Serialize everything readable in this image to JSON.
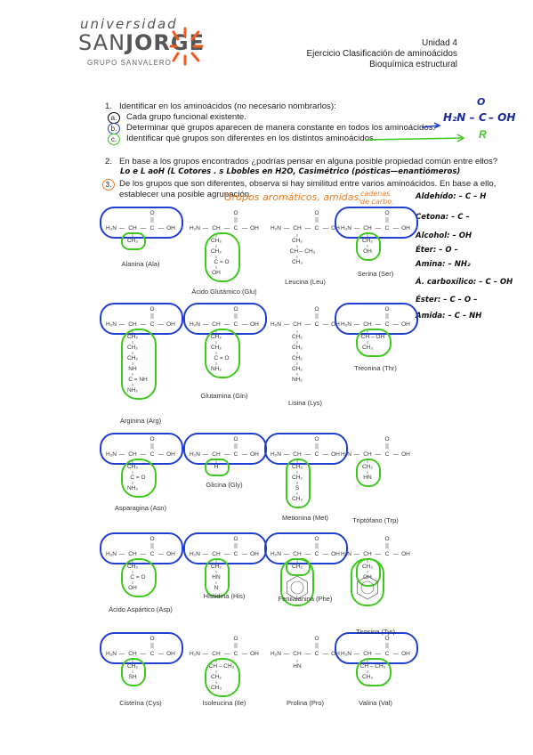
{
  "logo": {
    "line1": "universidad",
    "san": "SAN",
    "jorge": "JORGE",
    "group": "GRUPO SANVALERO"
  },
  "header": {
    "unit": "Unidad 4",
    "exercise": "Ejercicio Clasificación de aminoácidos",
    "subject": "Bioquímica estructural"
  },
  "questions": {
    "q1": {
      "num": "1.",
      "text": "Identificar en los aminoácidos (no necesario nombrarlos):"
    },
    "a": {
      "letter": "a.",
      "text": "Cada grupo funcional existente."
    },
    "b": {
      "letter": "b.",
      "text": "Determinar qué grupos aparecen de manera constante en todos los aminoácidos."
    },
    "c": {
      "letter": "c.",
      "text": "Identificar qué grupos son diferentes en los distintos aminoácidos."
    },
    "q2": {
      "num": "2.",
      "text": "En base a los grupos encontrados ¿podrías pensar en alguna posible propiedad común entre ellos?"
    },
    "q3": {
      "num": "3.",
      "text1": "De los grupos que son diferentes, observa si hay similitud entre varios aminoácidos. En base a ello,",
      "text2": "establecer una posible agrupación."
    }
  },
  "handwriting": {
    "general_formula": {
      "left": "H₂N –",
      "c": "C",
      "right": "– OH",
      "o": "O",
      "r": "R"
    },
    "answer2": "Lo e L aoH (L Cotores . s Lbobles en H2O, Casimétrico (pósticas—enantiómeros)",
    "answer3": "Grupos aromáticos, amidas,",
    "answer3b": "cadenas de carbo.",
    "reference": [
      {
        "name": "Aldehído:",
        "formula": "– C – H"
      },
      {
        "name": "Cetona:",
        "formula": "– C –"
      },
      {
        "name": "Alcohol:",
        "formula": "– OH"
      },
      {
        "name": "Éter:",
        "formula": "– O –"
      },
      {
        "name": "Amina:",
        "formula": "– NH₂"
      },
      {
        "name": "Á. carboxílico:",
        "formula": "– C – OH"
      },
      {
        "name": "Éster:",
        "formula": "– C – O –"
      },
      {
        "name": "Amida:",
        "formula": "– C – NH"
      }
    ]
  },
  "backbone": {
    "h2n": "H₂N",
    "ch": "CH",
    "c": "C",
    "oh": "OH",
    "o": "O",
    "dash": "—"
  },
  "amino_acids": [
    {
      "name": "Alanina (Ala)",
      "side": [
        "CH₃"
      ]
    },
    {
      "name": "Ácido Glutámico (Glu)",
      "side": [
        "CH₂",
        "CH₂",
        "C = O",
        "OH"
      ]
    },
    {
      "name": "Leucina (Leu)",
      "side": [
        "CH₂",
        "CH – CH₃",
        "CH₃"
      ]
    },
    {
      "name": "Serina (Ser)",
      "side": [
        "CH₂",
        "OH"
      ]
    },
    {
      "name": "Arginina (Arg)",
      "side": [
        "CH₂",
        "CH₂",
        "CH₂",
        "NH",
        "C = NH",
        "NH₂"
      ]
    },
    {
      "name": "Glutamina (Gln)",
      "side": [
        "CH₂",
        "CH₂",
        "C = O",
        "NH₂"
      ]
    },
    {
      "name": "Lisina (Lys)",
      "side": [
        "CH₂",
        "CH₂",
        "CH₂",
        "CH₂",
        "NH₂"
      ]
    },
    {
      "name": "Treonina (Thr)",
      "side": [
        "CH – OH",
        "CH₃"
      ]
    },
    {
      "name": "Asparagina (Asn)",
      "side": [
        "CH₂",
        "C = O",
        "NH₂"
      ]
    },
    {
      "name": "Glicina (Gly)",
      "side": [
        "H"
      ]
    },
    {
      "name": "Metionina (Met)",
      "side": [
        "CH₂",
        "CH₂",
        "S",
        "CH₃"
      ]
    },
    {
      "name": "Triptófano (Trp)",
      "side": [
        "CH₂",
        "HN"
      ]
    },
    {
      "name": "Ácido Aspártico (Asp)",
      "side": [
        "CH₂",
        "C = O",
        "OH"
      ]
    },
    {
      "name": "Histidina (His)",
      "side": [
        "CH₂",
        "HN",
        "N"
      ]
    },
    {
      "name": "Fenilalanina (Phe)",
      "side": [
        "CH₂"
      ]
    },
    {
      "name": "Tirosina (Tyr)",
      "side": [
        "CH₂",
        "OH"
      ]
    },
    {
      "name": "Cisteína (Cys)",
      "side": [
        "CH₂",
        "SH"
      ]
    },
    {
      "name": "Isoleucina (Ile)",
      "side": [
        "CH – CH₃",
        "CH₂",
        "CH₃"
      ]
    },
    {
      "name": "Prolina (Pro)",
      "side": [
        "HN"
      ]
    },
    {
      "name": "Valina (Val)",
      "side": [
        "CH – CH₃",
        "CH₃"
      ]
    }
  ],
  "colors": {
    "blue": "#1f3fd0",
    "green": "#3ec81e",
    "orange": "#f07a1c",
    "logo_orange": "#f05a1a"
  }
}
